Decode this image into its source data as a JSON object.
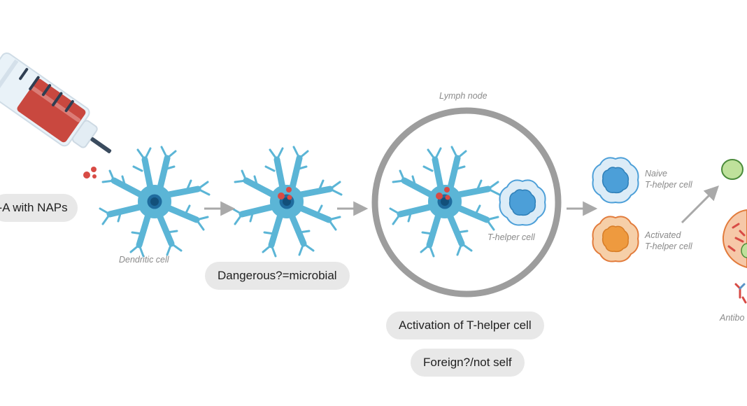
{
  "labels": {
    "pill_vaccine": "T-A with NAPs",
    "pill_dangerous": "Dangerous?=microbial",
    "pill_activation": "Activation of T-helper cell",
    "pill_foreign": "Foreign?/not self",
    "dendritic_cell": "Dendritic cell",
    "lymph_node": "Lymph node",
    "t_helper_cell": "T-helper cell",
    "naive_line1": "Naive",
    "naive_line2": "T-helper cell",
    "activated_line1": "Activated",
    "activated_line2": "T-helper cell",
    "antibody": "Antibo"
  },
  "colors": {
    "dendritic": "#5bb5d6",
    "nucleus_dark": "#1f6c9e",
    "antigen_red": "#d84b45",
    "arrow_gray": "#a9a9a9",
    "lymph_ring": "#9d9d9d",
    "naive_fill": "#dcecf7",
    "naive_nucleus": "#4c9fd8",
    "activated_fill": "#f6cfa8",
    "activated_nucleus": "#ee9a3f",
    "syringe_liquid": "#c9483f",
    "green_cell": "#bfe19b",
    "plasma_cell_fill": "#f6c8a8"
  },
  "icons": [
    "syringe-icon",
    "dendritic-cell-icon",
    "t-helper-cell-icon",
    "antibody-icon",
    "arrow-icon"
  ]
}
